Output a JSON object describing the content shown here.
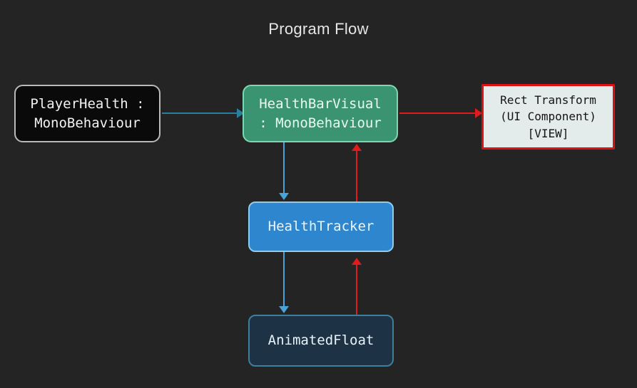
{
  "diagram": {
    "title": "Program Flow",
    "background_color": "#242424",
    "title_color": "#e6e6e6",
    "nodes": [
      {
        "id": "player-health",
        "lines": [
          "PlayerHealth :",
          "MonoBehaviour"
        ],
        "fill": "#0a0a0a",
        "border": "#b9b9b9",
        "text_color": "#f2f2f2"
      },
      {
        "id": "health-bar-visual",
        "lines": [
          "HealthBarVisual",
          ": MonoBehaviour"
        ],
        "fill": "#3a9472",
        "border": "#7fd6b4",
        "text_color": "#eafaf3"
      },
      {
        "id": "rect-transform",
        "lines": [
          "Rect Transform",
          "(UI Component)",
          "[VIEW]"
        ],
        "fill": "#e4ebeb",
        "border": "#dd1111",
        "text_color": "#141414"
      },
      {
        "id": "health-tracker",
        "lines": [
          "HealthTracker"
        ],
        "fill": "#2e86ce",
        "border": "#8ecbf0",
        "text_color": "#e8f4fc"
      },
      {
        "id": "animated-float",
        "lines": [
          "AnimatedFloat"
        ],
        "fill": "#1e3245",
        "border": "#3f7f99",
        "text_color": "#e8f4fc"
      }
    ],
    "edges": [
      {
        "id": "player-health-to-health-bar-visual",
        "from": "player-health",
        "to": "health-bar-visual",
        "direction": "right",
        "color": "#2a7f9e"
      },
      {
        "id": "health-bar-visual-to-rect-transform",
        "from": "health-bar-visual",
        "to": "rect-transform",
        "direction": "right",
        "color": "#e01b1b"
      },
      {
        "id": "health-bar-visual-to-health-tracker",
        "from": "health-bar-visual",
        "to": "health-tracker",
        "direction": "down",
        "color": "#4aa3d6"
      },
      {
        "id": "health-tracker-to-health-bar-visual",
        "from": "health-tracker",
        "to": "health-bar-visual",
        "direction": "up",
        "color": "#e01b1b"
      },
      {
        "id": "health-tracker-to-animated-float",
        "from": "health-tracker",
        "to": "animated-float",
        "direction": "down",
        "color": "#4aa3d6"
      },
      {
        "id": "animated-float-to-health-tracker",
        "from": "animated-float",
        "to": "health-tracker",
        "direction": "up",
        "color": "#e01b1b"
      }
    ]
  }
}
